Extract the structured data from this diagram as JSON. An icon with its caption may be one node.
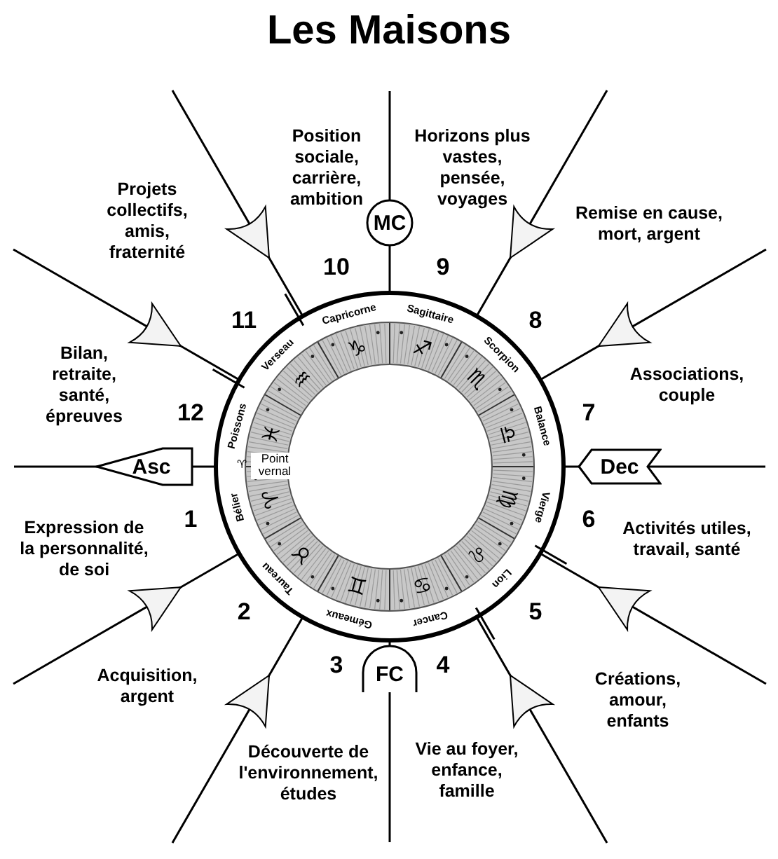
{
  "diagram": {
    "title": "Les Maisons",
    "nodes": [
      {
        "text": [
          "MC"
        ]
      },
      {
        "text": [
          "FC"
        ]
      },
      {
        "text": [
          "Asc"
        ]
      },
      {
        "text": [
          "Dec"
        ]
      }
    ],
    "labels": [
      "Expression de la personnalité, de soi",
      "Acquisition, argent",
      "Découverte de l'environnement, études",
      "Vie au foyer, enfance, famille",
      "Créations, amour, enfants",
      "Activités utiles, travail, santé",
      "Associations, couple",
      "Remise en cause, mort, argent",
      "Horizons plus vastes, pensée, voyages",
      "Position sociale, carrière, ambition",
      "Projets collectifs, amis, fraternité",
      "Bilan, retraite, santé, épreuves",
      "1",
      "2",
      "3",
      "4",
      "5",
      "6",
      "7",
      "8",
      "9",
      "10",
      "11",
      "12",
      "Bélier",
      "Taureau",
      "Gémeaux",
      "Cancer",
      "Lion",
      "Vierge",
      "Balance",
      "Scorpion",
      "Sagittaire",
      "Capricorne",
      "Verseau",
      "Poissons",
      "♈",
      "♉",
      "♊",
      "♋",
      "♌",
      "♍",
      "♎",
      "♏",
      "♐",
      "♑",
      "♒",
      "♓",
      "♈",
      "Point vernal"
    ]
  }
}
